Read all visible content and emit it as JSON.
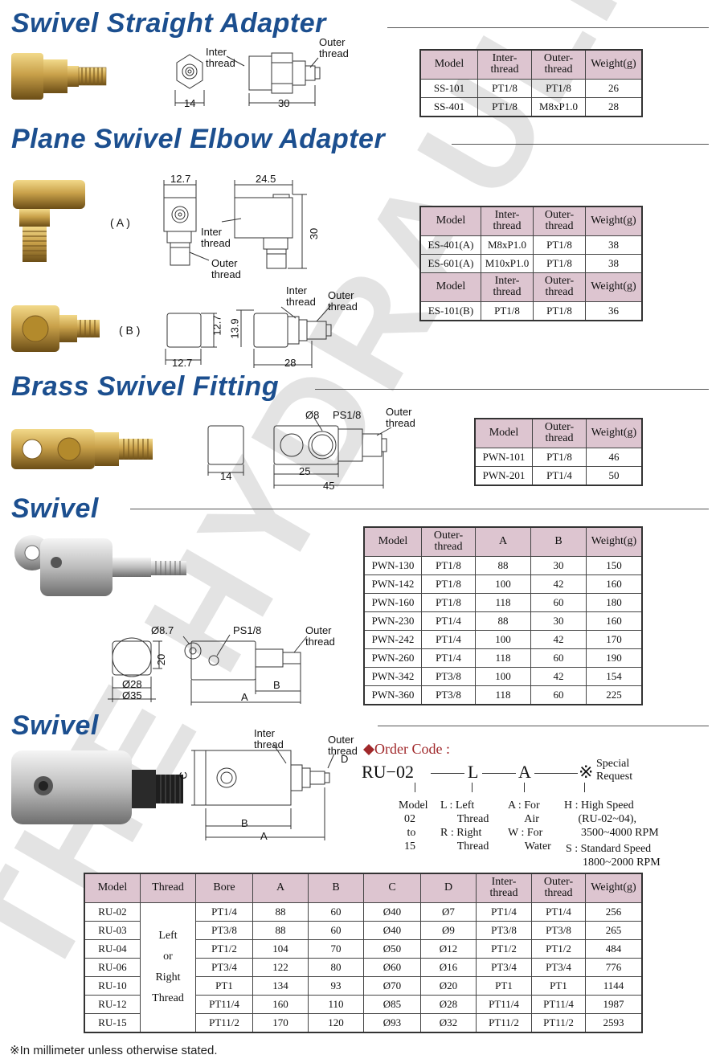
{
  "watermark": "THE HYDRAULIC",
  "sections": {
    "s1": {
      "title": "Swivel Straight Adapter",
      "labels": {
        "inter": "Inter\nthread",
        "outer": "Outer\nthread",
        "d1": "14",
        "d2": "30"
      },
      "headers": [
        "Model",
        "Inter-\nthread",
        "Outer-\nthread",
        "Weight(g)"
      ],
      "rows": [
        [
          "SS-101",
          "PT1/8",
          "PT1/8",
          "26"
        ],
        [
          "SS-401",
          "PT1/8",
          "M8xP1.0",
          "28"
        ]
      ]
    },
    "s2": {
      "title": "Plane Swivel Elbow Adapter",
      "labels": {
        "a": "( A )",
        "b": "( B )",
        "inter": "Inter\nthread",
        "outer": "Outer\nthread",
        "inter2": "Inter\nthread",
        "outer2": "Outer\nthread",
        "d127": "12.7",
        "d245": "24.5",
        "d30": "30",
        "d127b": "12.7",
        "d139": "13.9",
        "d127c": "12.7",
        "d28": "28"
      },
      "headers": [
        "Model",
        "Inter-\nthread",
        "Outer-\nthread",
        "Weight(g)"
      ],
      "rows": [
        [
          "ES-401(A)",
          "M8xP1.0",
          "PT1/8",
          "38"
        ],
        [
          "ES-601(A)",
          "M10xP1.0",
          "PT1/8",
          "38"
        ]
      ],
      "headers2": [
        "Model",
        "Inter-\nthread",
        "Outer-\nthread",
        "Weight(g)"
      ],
      "rows2": [
        [
          "ES-101(B)",
          "PT1/8",
          "PT1/8",
          "36"
        ]
      ]
    },
    "s3": {
      "title": "Brass Swivel Fitting",
      "labels": {
        "o8": "Ø8",
        "ps": "PS1/8",
        "outer": "Outer\nthread",
        "d14": "14",
        "d25": "25",
        "d45": "45"
      },
      "headers": [
        "Model",
        "Outer-\nthread",
        "Weight(g)"
      ],
      "rows": [
        [
          "PWN-101",
          "PT1/8",
          "46"
        ],
        [
          "PWN-201",
          "PT1/4",
          "50"
        ]
      ]
    },
    "s4": {
      "title": "Swivel",
      "labels": {
        "o87": "Ø8.7",
        "ps": "PS1/8",
        "outer": "Outer\nthread",
        "d20": "20",
        "o28": "Ø28",
        "o35": "Ø35",
        "b": "B",
        "a": "A"
      },
      "headers": [
        "Model",
        "Outer-\nthread",
        "A",
        "B",
        "Weight(g)"
      ],
      "rows": [
        [
          "PWN-130",
          "PT1/8",
          "88",
          "30",
          "150"
        ],
        [
          "PWN-142",
          "PT1/8",
          "100",
          "42",
          "160"
        ],
        [
          "PWN-160",
          "PT1/8",
          "118",
          "60",
          "180"
        ],
        [
          "PWN-230",
          "PT1/4",
          "88",
          "30",
          "160"
        ],
        [
          "PWN-242",
          "PT1/4",
          "100",
          "42",
          "170"
        ],
        [
          "PWN-260",
          "PT1/4",
          "118",
          "60",
          "190"
        ],
        [
          "PWN-342",
          "PT3/8",
          "100",
          "42",
          "154"
        ],
        [
          "PWN-360",
          "PT3/8",
          "118",
          "60",
          "225"
        ]
      ]
    },
    "s5": {
      "title": "Swivel",
      "labels": {
        "inter": "Inter\nthread",
        "outer": "Outer\nthread",
        "c": "C",
        "d": "D",
        "b": "B",
        "a": "A"
      },
      "order": {
        "title": "Order Code :",
        "code_ru": "RU−02",
        "code_l": "L",
        "code_a": "A",
        "mark": "※",
        "special": "Special\nRequest",
        "model": "Model\n  02\n   to\n  15",
        "lr": "L : Left\n      Thread\nR : Right\n      Thread",
        "aw": "A : For\n      Air\nW : For\n      Water",
        "h": "H : High Speed\n     (RU-02~04),\n      3500~4000 RPM",
        "s": "S : Standard Speed\n      1800~2000 RPM"
      },
      "headers": [
        "Model",
        "Thread",
        "Bore",
        "A",
        "B",
        "C",
        "D",
        "Inter-\nthread",
        "Outer-\nthread",
        "Weight(g)"
      ],
      "thread_merged": "Left\nor\nRight\nThread",
      "rows": [
        [
          "RU-02",
          "PT1/4",
          "88",
          "60",
          "Ø40",
          "Ø7",
          "PT1/4",
          "PT1/4",
          "256"
        ],
        [
          "RU-03",
          "PT3/8",
          "88",
          "60",
          "Ø40",
          "Ø9",
          "PT3/8",
          "PT3/8",
          "265"
        ],
        [
          "RU-04",
          "PT1/2",
          "104",
          "70",
          "Ø50",
          "Ø12",
          "PT1/2",
          "PT1/2",
          "484"
        ],
        [
          "RU-06",
          "PT3/4",
          "122",
          "80",
          "Ø60",
          "Ø16",
          "PT3/4",
          "PT3/4",
          "776"
        ],
        [
          "RU-10",
          "PT1",
          "134",
          "93",
          "Ø70",
          "Ø20",
          "PT1",
          "PT1",
          "1144"
        ],
        [
          "RU-12",
          "PT11/4",
          "160",
          "110",
          "Ø85",
          "Ø28",
          "PT11/4",
          "PT11/4",
          "1987"
        ],
        [
          "RU-15",
          "PT11/2",
          "170",
          "120",
          "Ø93",
          "Ø32",
          "PT11/2",
          "PT11/2",
          "2593"
        ]
      ]
    }
  },
  "footnote": "※In millimeter unless otherwise stated.",
  "colors": {
    "title": "#1c4f8f",
    "header_bg": "#ddc5d0",
    "brass": "#c9a14a",
    "order_red": "#a0282a",
    "watermark": "#d9d9d9"
  }
}
